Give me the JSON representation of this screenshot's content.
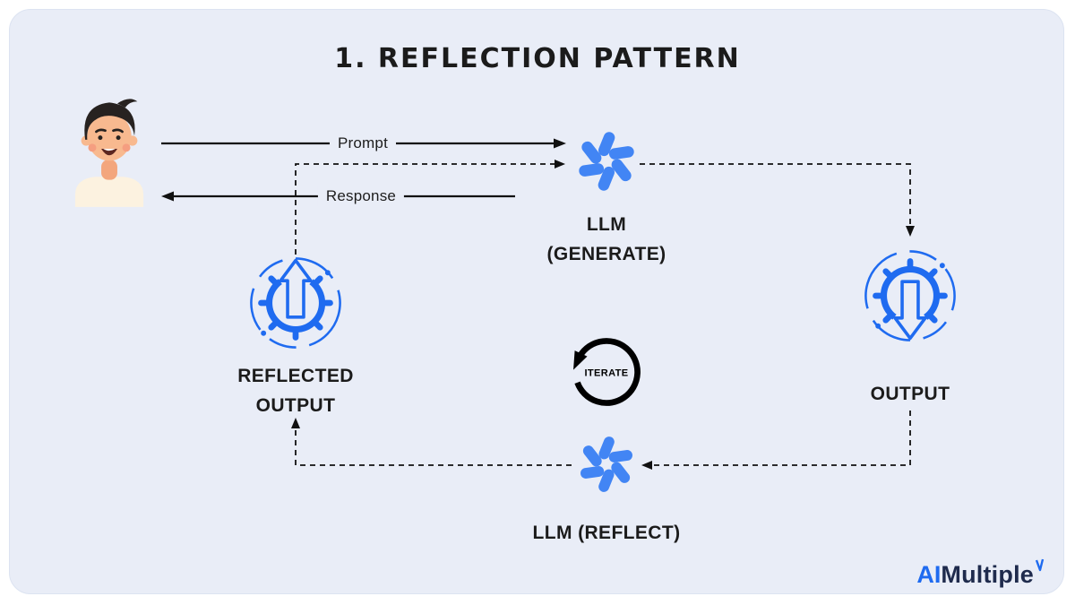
{
  "title": "1. REFLECTION PATTERN",
  "edges": {
    "prompt_label": "Prompt",
    "response_label": "Response"
  },
  "nodes": {
    "llm_generate": {
      "line1": "LLM",
      "line2": "(GENERATE)"
    },
    "output": {
      "label": "OUTPUT"
    },
    "iterate": {
      "label": "ITERATE"
    },
    "llm_reflect": {
      "label": "LLM (REFLECT)"
    },
    "reflected_output": {
      "line1": "REFLECTED",
      "line2": "OUTPUT"
    }
  },
  "branding": {
    "prefix": "AI",
    "suffix": "Multiple"
  },
  "icons": {
    "user": "person-avatar-icon",
    "llm_generate": "openai-logo-icon",
    "llm_reflect": "openai-logo-icon",
    "reflected_output": "gear-up-arrow-icon",
    "output": "gear-down-arrow-icon",
    "iterate": "circular-arrow-icon",
    "brand_accent": "checkmark-accent-icon"
  },
  "colors": {
    "canvas": "#E9EDF7",
    "card_border": "#DCE3F1",
    "ink": "#1B1B1B",
    "line": "#111111",
    "accent_blue": "#1F6BF0",
    "logo_blue": "#4285F4",
    "navy": "#1F2B4D"
  }
}
